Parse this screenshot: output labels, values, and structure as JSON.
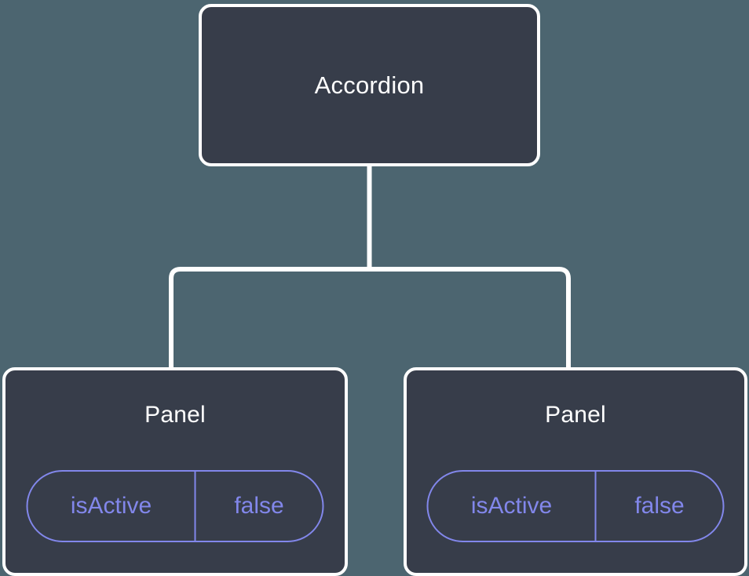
{
  "diagram": {
    "type": "component-tree",
    "background_color": "#4c6570",
    "node_fill_color": "#373d4a",
    "node_border_color": "#ffffff",
    "connector_color": "#ffffff",
    "accent_color": "#8287eb",
    "root": {
      "title": "Accordion"
    },
    "children": [
      {
        "title": "Panel",
        "prop": {
          "name": "isActive",
          "value": "false"
        }
      },
      {
        "title": "Panel",
        "prop": {
          "name": "isActive",
          "value": "false"
        }
      }
    ]
  }
}
